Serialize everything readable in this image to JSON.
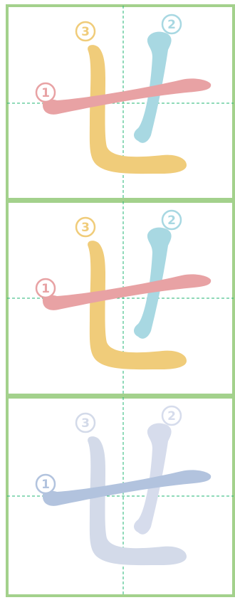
{
  "colors": {
    "border": "#a3d18c",
    "guide": "#22b573",
    "stroke1": "#e8a2a4",
    "stroke2": "#a8d8e2",
    "stroke3": "#f0cc7a",
    "faint1": "#b2c3de",
    "faint2": "#d6dcec",
    "faint3": "#d3dae9"
  },
  "panels": [
    {
      "order": [
        "1",
        "2",
        "3"
      ],
      "style": "color"
    },
    {
      "order": [
        "1",
        "2",
        "3"
      ],
      "style": "color"
    },
    {
      "order": [
        "1",
        "2",
        "3"
      ],
      "style": "faint"
    }
  ],
  "character": "せ",
  "stroke_icons": [
    "circled-one-icon",
    "circled-two-icon",
    "circled-three-icon"
  ]
}
